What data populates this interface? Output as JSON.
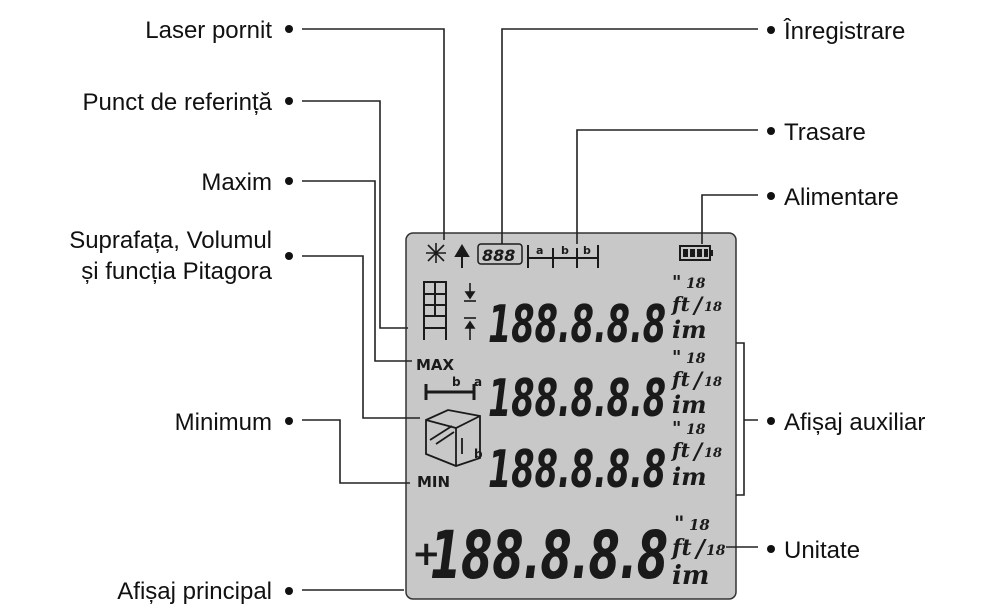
{
  "colors": {
    "lcd_background": "#c8c8c8",
    "ink": "#111111",
    "leader": "#222222"
  },
  "labels_left": {
    "laser": "Laser pornit",
    "reference": "Punct de referință",
    "max": "Maxim",
    "area_line1": "Suprafața, Volumul",
    "area_line2": "și funcția Pitagora",
    "min": "Minimum",
    "main": "Afișaj principal"
  },
  "labels_right": {
    "record": "Înregistrare",
    "stakeout": "Trasare",
    "power": "Alimentare",
    "aux": "Afișaj auxiliar",
    "unit": "Unitate"
  },
  "lcd": {
    "memory_digits": "888",
    "stakeout_a": "a",
    "stakeout_b1": "b",
    "stakeout_b2": "b",
    "max_text": "MAX",
    "min_text": "MIN",
    "side_b": "b",
    "side_a": "a",
    "box_b": "b",
    "plus": "+",
    "rows": [
      {
        "value": "188.8.8.8"
      },
      {
        "value": "188.8.8.8"
      },
      {
        "value": "188.8.8.8"
      },
      {
        "value": "188.8.8.8"
      }
    ],
    "unit_inch": "\"",
    "unit_frac": "18",
    "unit_ft": "ft",
    "unit_slash": "/",
    "unit_im": "im"
  }
}
